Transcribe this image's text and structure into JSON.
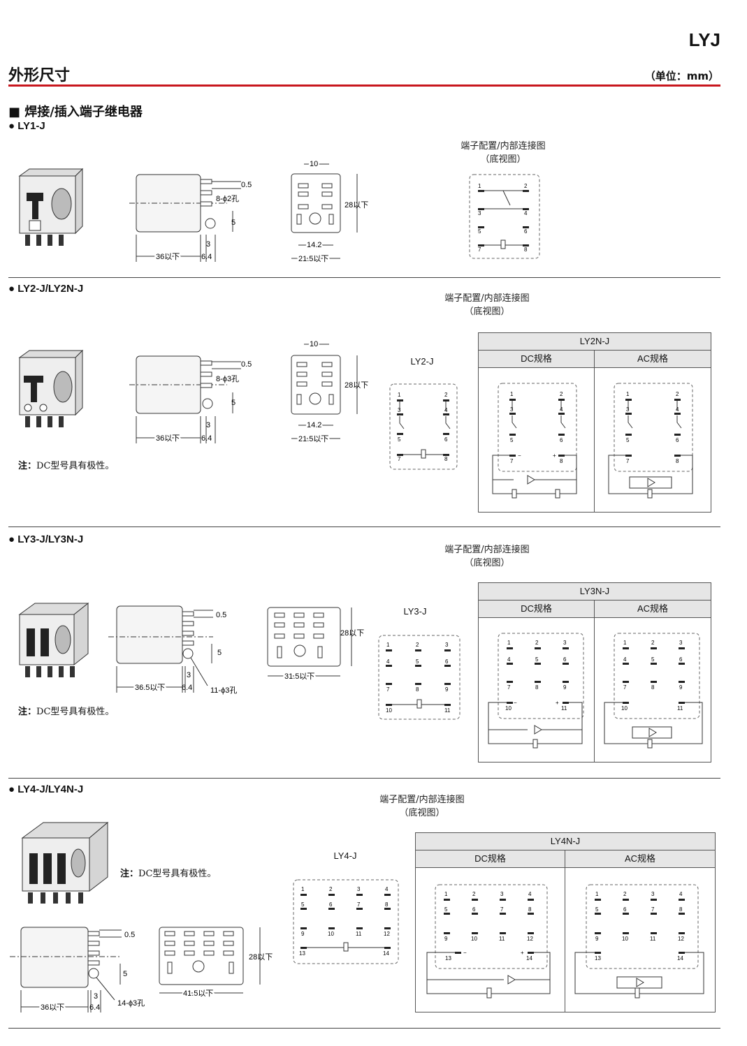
{
  "header": {
    "brand": "LYJ",
    "title": "外形尺寸",
    "unit": "（单位：mm）"
  },
  "section": {
    "title": "焊接/插入端子继电器"
  },
  "common": {
    "pin_caption_1": "端子配置/内部连接图",
    "pin_caption_2": "（底视图）",
    "dc": "DC规格",
    "ac": "AC规格",
    "note_label": "注：",
    "note_text": "DC型号具有极性。"
  },
  "ly1": {
    "name": "LY1-J",
    "dims": {
      "d05": "0.5",
      "holes": "8-ϕ2孔",
      "d5": "5",
      "d3": "3",
      "len": "36以下",
      "d64": "6.4",
      "w10": "10",
      "h28": "28以下",
      "w142": "14.2",
      "w215": "21.5以下"
    },
    "pins": [
      "1",
      "2",
      "3",
      "4",
      "5",
      "6",
      "7",
      "8"
    ]
  },
  "ly2": {
    "name": "LY2-J/LY2N-J",
    "label": "LY2-J",
    "table": "LY2N-J",
    "dims": {
      "d05": "0.5",
      "holes": "8-ϕ3孔",
      "d5": "5",
      "d3": "3",
      "len": "36以下",
      "d64": "6.4",
      "w10": "10",
      "h28": "28以下",
      "w142": "14.2",
      "w215": "21.5以下"
    },
    "pins": [
      "1",
      "2",
      "3",
      "4",
      "5",
      "6",
      "7",
      "8"
    ],
    "minus": "−",
    "plus": "+"
  },
  "ly3": {
    "name": "LY3-J/LY3N-J",
    "label": "LY3-J",
    "table": "LY3N-J",
    "dims": {
      "d05": "0.5",
      "d5": "5",
      "d3": "3",
      "len": "36.5以下",
      "d64": "6.4",
      "holes": "11-ϕ3孔",
      "h28": "28以下",
      "w315": "31.5以下"
    },
    "pins": [
      "1",
      "2",
      "3",
      "4",
      "5",
      "6",
      "7",
      "8",
      "9",
      "10",
      "11"
    ],
    "minus": "−",
    "plus": "+"
  },
  "ly4": {
    "name": "LY4-J/LY4N-J",
    "label": "LY4-J",
    "table": "LY4N-J",
    "dims": {
      "d05": "0.5",
      "d5": "5",
      "d3": "3",
      "len": "36以下",
      "d64": "6.4",
      "holes": "14-ϕ3孔",
      "h28": "28以下",
      "w415": "41.5以下"
    },
    "pins": [
      "1",
      "2",
      "3",
      "4",
      "5",
      "6",
      "7",
      "8",
      "9",
      "10",
      "11",
      "12",
      "13",
      "14"
    ],
    "minus": "−",
    "plus": "+"
  }
}
